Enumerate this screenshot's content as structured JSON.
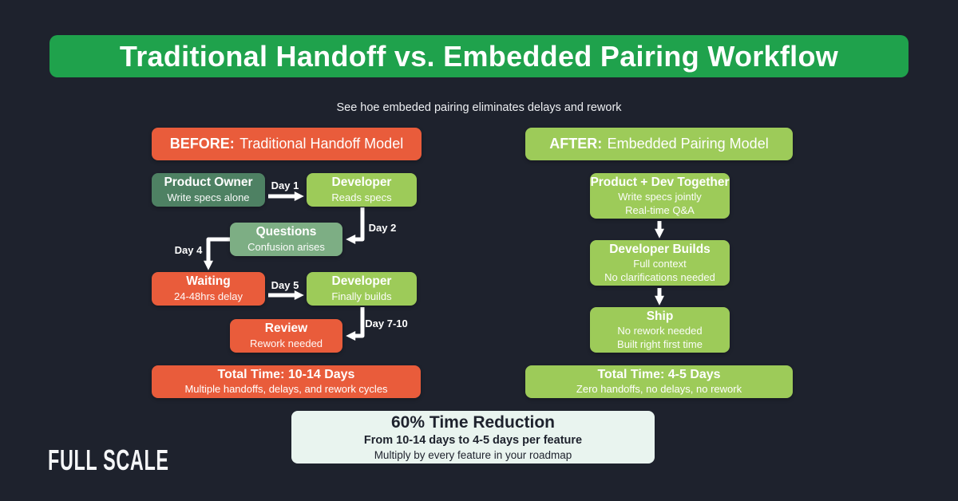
{
  "title": "Traditional Handoff vs. Embedded Pairing Workflow",
  "subtitle": "See hoe embeded pairing eliminates delays and rework",
  "colors": {
    "background": "#1E222D",
    "title_banner_green": "#1FA24C",
    "orange": "#E95C3B",
    "light_green": "#9DCB59",
    "dark_sage": "#4E8163",
    "medium_sage": "#7DAE84",
    "summary_background": "#E9F4EF",
    "text_light": "#FFFFFF",
    "text_dark": "#1E222D"
  },
  "before": {
    "header_label": "BEFORE:",
    "header_text": "Traditional Handoff Model",
    "days": [
      "Day 1",
      "Day 2",
      "Day 4",
      "Day 5",
      "Day 7-10"
    ],
    "nodes": [
      {
        "title": "Product Owner",
        "subtitle": "Write specs alone"
      },
      {
        "title": "Developer",
        "subtitle": "Reads specs"
      },
      {
        "title": "Questions",
        "subtitle": "Confusion arises"
      },
      {
        "title": "Waiting",
        "subtitle": "24-48hrs delay"
      },
      {
        "title": "Developer",
        "subtitle": "Finally builds"
      },
      {
        "title": "Review",
        "subtitle": "Rework needed"
      }
    ],
    "total": {
      "title": "Total Time: 10-14 Days",
      "subtitle": "Multiple handoffs, delays, and rework cycles"
    }
  },
  "after": {
    "header_label": "AFTER:",
    "header_text": "Embedded Pairing Model",
    "nodes": [
      {
        "title": "Product + Dev Together",
        "line1": "Write specs jointly",
        "line2": "Real-time Q&A"
      },
      {
        "title": "Developer Builds",
        "line1": "Full context",
        "line2": "No clarifications needed"
      },
      {
        "title": "Ship",
        "line1": "No rework needed",
        "line2": "Built right first time"
      }
    ],
    "total": {
      "title": "Total Time: 4-5 Days",
      "subtitle": "Zero handoffs, no delays, no rework"
    }
  },
  "summary": {
    "title": "60% Time Reduction",
    "line1": "From 10-14 days to 4-5 days per feature",
    "line2": "Multiply by every feature in your roadmap"
  },
  "logo": "FULL SCALE"
}
